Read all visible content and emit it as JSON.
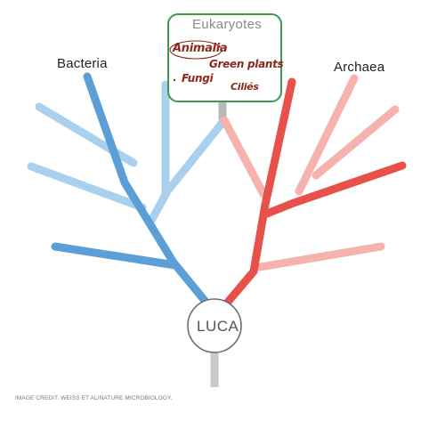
{
  "domains": {
    "bacteria": "Bacteria",
    "archaea": "Archaea",
    "eukaryotes": "Eukaryotes"
  },
  "eukaryote_groups": {
    "animalia": "Animalia",
    "green_plants": "Green plants",
    "fungi": "Fungi",
    "ciliates": "Ciliés"
  },
  "root": {
    "label": "LUCA"
  },
  "credit": "IMAGE CREDIT: WEISS ET AL/NATURE MICROBIOLOGY.",
  "colors": {
    "bacteria_dark": "#5b9fd6",
    "bacteria_light": "#a9d1ee",
    "archaea_dark": "#e8514a",
    "archaea_light": "#f6b2ad",
    "eukaryote_box": "#3a9a4a",
    "eukaryote_stem": "#b8b8b8",
    "handwriting": "#8b2a1c"
  }
}
